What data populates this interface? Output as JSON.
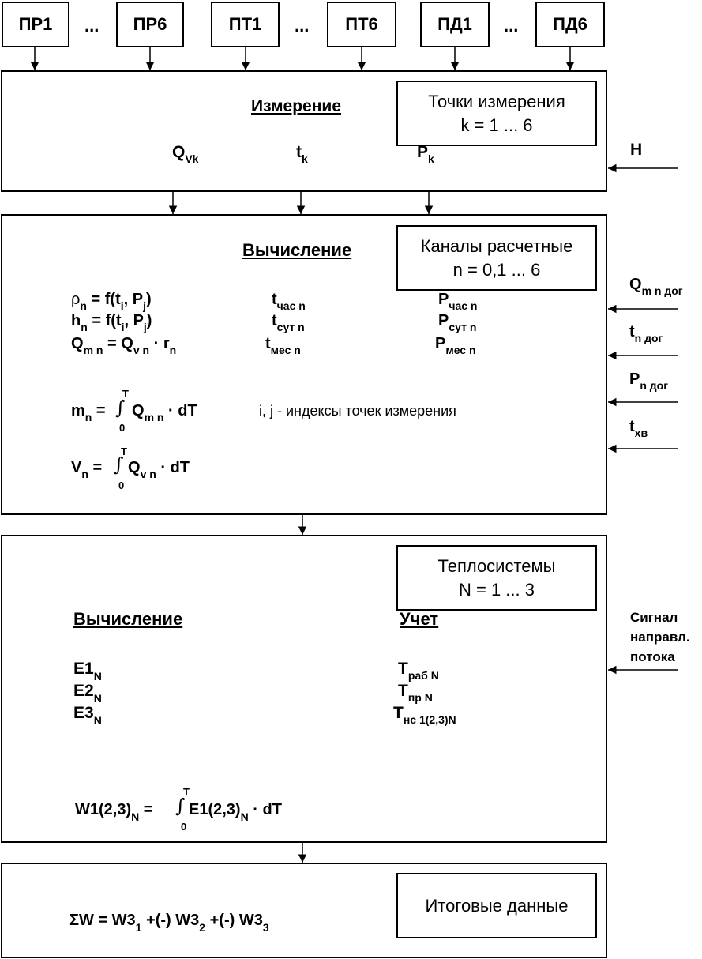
{
  "sensors": {
    "pr1": "ПР1",
    "pr6": "ПР6",
    "pt1": "ПТ1",
    "pt6": "ПТ6",
    "pd1": "ПД1",
    "pd6": "ПД6",
    "ellipsis": "..."
  },
  "measurement": {
    "title": "Измерение",
    "points_box": {
      "line1": "Точки измерения",
      "line2": "k = 1 ... 6"
    },
    "outputs": [
      {
        "main": "Q",
        "sub": "Vk"
      },
      {
        "main": "t",
        "sub": "k"
      },
      {
        "main": "P",
        "sub": "k"
      }
    ],
    "input_h": "H"
  },
  "calculation": {
    "title": "Вычисление",
    "channels_box": {
      "line1": "Каналы расчетные",
      "line2": "n = 0,1 ... 6"
    },
    "rho_sym": "ρ",
    "n": "n",
    "f_text": " = f(t",
    "i": "i",
    "comma_p": ", P",
    "j": "j",
    "close": ")",
    "h": "h",
    "q": "Q",
    "mn": "m n",
    "eq_q": " = Q",
    "vn": "v n",
    "dot_r": " · r",
    "t_sym": "t",
    "p_sym": "P",
    "t_chas": "час n",
    "t_sut": "сут n",
    "t_mes": "мес n",
    "m": "m",
    "eq_int": " =",
    "int_upper": "T",
    "int_lower": "0",
    "integral": "∫",
    "dt": " · dT",
    "v": "V",
    "indices_note": "i, j - индексы точек измерения",
    "inputs": {
      "q": "Q",
      "q_sub": "m n дог",
      "t": "t",
      "t_sub": "n дог",
      "p": "P",
      "p_sub": "n дог",
      "txv": "t",
      "txv_sub": "хв"
    }
  },
  "heat": {
    "systems_box": {
      "line1": "Теплосистемы",
      "line2": "N = 1 ... 3"
    },
    "calc_title": "Вычисление",
    "account_title": "Учет",
    "e_items": [
      "E1",
      "E2",
      "E3"
    ],
    "N": "N",
    "T": "T",
    "t_subs": [
      "раб N",
      "пр N",
      "нс 1(2,3)N"
    ],
    "w_lhs": "W1(2,3)",
    "w_eq": " =",
    "w_int_body": "E1(2,3)",
    "signal": [
      "Сигнал",
      "направл.",
      "потока"
    ]
  },
  "summary": {
    "box": "Итоговые данные",
    "sigma": "ΣW = W3",
    "s1": "1",
    "pm1": " +(-) W3",
    "s2": "2",
    "pm2": " +(-) W3",
    "s3": "3"
  }
}
